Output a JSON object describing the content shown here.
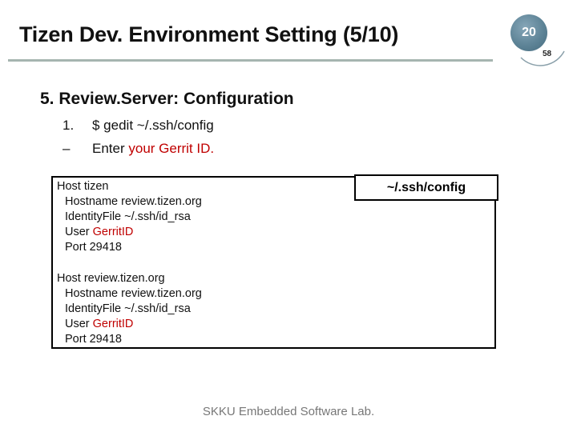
{
  "slide": {
    "title": "Tizen Dev. Environment Setting (5/10)",
    "badge_number": "20",
    "page_number": "58"
  },
  "section": {
    "heading": "5. Review.Server: Configuration",
    "items": [
      {
        "marker": "1.",
        "text": "$ gedit ~/.ssh/config"
      },
      {
        "marker": "–",
        "text_plain": "Enter ",
        "text_highlight": "your Gerrit ID."
      }
    ]
  },
  "config_box": {
    "file_label": "~/.ssh/config",
    "blocks": [
      {
        "host": "Host tizen",
        "hostname": "Hostname review.tizen.org",
        "identity": "IdentityFile ~/.ssh/id_rsa",
        "user_label": "User ",
        "user_value": "GerritID",
        "port": "Port 29418"
      },
      {
        "host": "Host review.tizen.org",
        "hostname": "Hostname review.tizen.org",
        "identity": "IdentityFile ~/.ssh/id_rsa",
        "user_label": "User ",
        "user_value": "GerritID",
        "port": "Port 29418"
      }
    ]
  },
  "footer": {
    "text": "SKKU Embedded Software Lab."
  },
  "colors": {
    "accent": "#c00000",
    "badge": "#5e8497",
    "rule": "#a6b5b0"
  }
}
